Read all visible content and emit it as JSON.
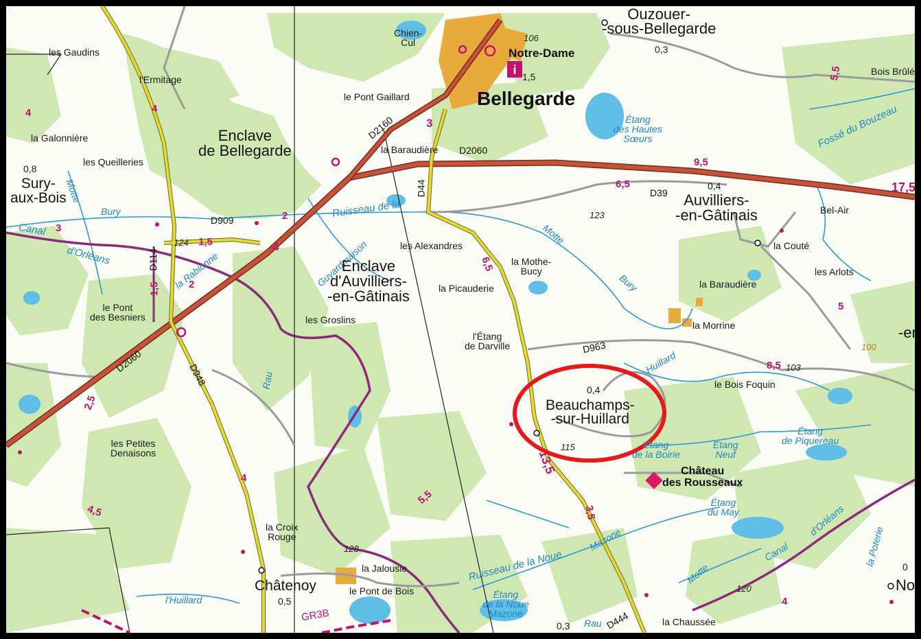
{
  "map": {
    "colors": {
      "forest": "#cfe8b2",
      "water": "#5fbde6",
      "main_road": "#c4533a",
      "secondary_road": "#e6d832",
      "canal_boundary": "#8b2a7a",
      "distance_marker": "#c0136e",
      "highlight_circle": "#e61a1a",
      "town_fill": "#e8ab3b"
    },
    "labels": {
      "ouzouer": "Ouzouer-\n-sous-Bellegarde",
      "ouzouer_km": "0,3",
      "chien_cul": "Chien-\nCul",
      "notre_dame": "Notre-Dame",
      "elev_106": "106",
      "km_1_5_top": "1,5",
      "bellegarde": "Bellegarde",
      "bois_brule": "Bois Brûlé",
      "les_gaudins": "les Gaudins",
      "l_ermitage": "l'Ermitage",
      "le_pont_gaillard": "le Pont Gaillard",
      "d2160": "D2160",
      "etang_hautes_soeurs": "Étang\ndes Hautes\nSœurs",
      "fosse_bouzeau": "Fossé du Bouzeau",
      "la_galonniere": "la Galonnière",
      "enclave_bellegarde": "Enclave\nde Bellegarde",
      "la_baraudiere_n": "la Baraudière",
      "d2060_n": "D2060",
      "km_9_5": "9,5",
      "km_17_5": "17,5",
      "km_0_8": "0,8",
      "les_queilleries": "les Queilleries",
      "sury": "Sury-\naux-Bois",
      "motte_w": "Motte",
      "km_6_5_e": "6,5",
      "d39": "D39",
      "km_0_4_e": "0,4",
      "auvilliers": "Auvilliers-\n-en-Gâtinais",
      "bel_air": "Bel-Air",
      "d44": "D44",
      "ruisseau_de_la": "Ruisseau de la",
      "bury_w": "Bury",
      "d909": "D909",
      "elev_123": "123",
      "motte_c": "Motte",
      "canal_w": "Canal",
      "d_orleans_w": "d'Orléans",
      "elev_124": "124",
      "km_1_5_w": "1,5",
      "la_rabionne": "la Rabionne",
      "guyardmaison": "Guyardmaison",
      "les_alexandres": "les Alexandres",
      "la_coute": "la Couté",
      "d114": "D114",
      "km_1_5_v": "1,5",
      "enclave_auvilliers": "Enclave\nd'Auvilliers-\n-en-Gâtinais",
      "km_6_5_c": "6,5",
      "la_mothe_bucy": "la Mothe-\nBucy",
      "bury_c": "Bury",
      "les_arlots": "les Arlots",
      "la_picauderie": "la Picauderie",
      "la_baraudiere_e": "la Baraudière",
      "le_pont_besniers": "le Pont\ndes Besniers",
      "les_groslins": "les Groslins",
      "la_morrine": "la Morrine",
      "etang_darville": "l'Étang\nde Darville",
      "d963": "D963",
      "huillard_n": "Huillard",
      "km_8_5": "8,5",
      "elev_103": "103",
      "le_bois_foquin": "le Bois Foquin",
      "d2060_w": "D2060",
      "d948": "D948",
      "rau": "Rau",
      "km_2_5": "2,5",
      "km_0_4_c": "0,4",
      "beauchamps": "Beauchamps-\n-sur-Huillard",
      "etang_piquereau": "Étang\nde Piquereau",
      "les_petites_denaisons": "les Petites\nDenaisons",
      "elev_115": "115",
      "etang_boirie": "Étang\nde la Boirie",
      "etang_neuf": "Étang\nNeuf",
      "km_13_5": "13,5",
      "chateau_rousseaux": "Château\ndes Rousseaux",
      "km_5_5": "5,5",
      "km_4_5": "4,5",
      "km_3_5": "3,5",
      "etang_may": "Étang\ndu May",
      "d_orleans_e": "d'Orléans",
      "la_croix_rouge": "la Croix\nRouge",
      "la_poterie": "la Poterie",
      "mazone_n": "Mazone",
      "elev_128": "128",
      "canal_e": "Canal",
      "la_jalousie": "la Jalousie",
      "ruisseau_noue": "Ruisseau de la Noue",
      "motte_s": "Motte",
      "chatenoy": "Châtenoy",
      "chatenoy_km": "0,5",
      "le_pont_de_bois": "le Pont de Bois",
      "l_huillard": "l'Huillard",
      "etang_noue_mazone": "Étang\nde la Noue\nMazone",
      "elev_120": "120",
      "km_4_s": "4",
      "gr3b": "GR3B",
      "km_0_3_s": "0,3",
      "rau_s": "Rau",
      "d444": "D444",
      "la_chaussee": "la Chaussée",
      "no_partial": "No",
      "km_0_partial": "0",
      "en_partial": "-en",
      "km_4_a": "4",
      "km_4_b": "4",
      "km_4_c": "4",
      "km_2_a": "2",
      "km_2_b": "2",
      "km_3_a": "3",
      "km_3_b": "3",
      "km_4_d": "4",
      "km_5_5_e": "5,5",
      "km_5_e": "5",
      "elev_100": "100"
    }
  }
}
